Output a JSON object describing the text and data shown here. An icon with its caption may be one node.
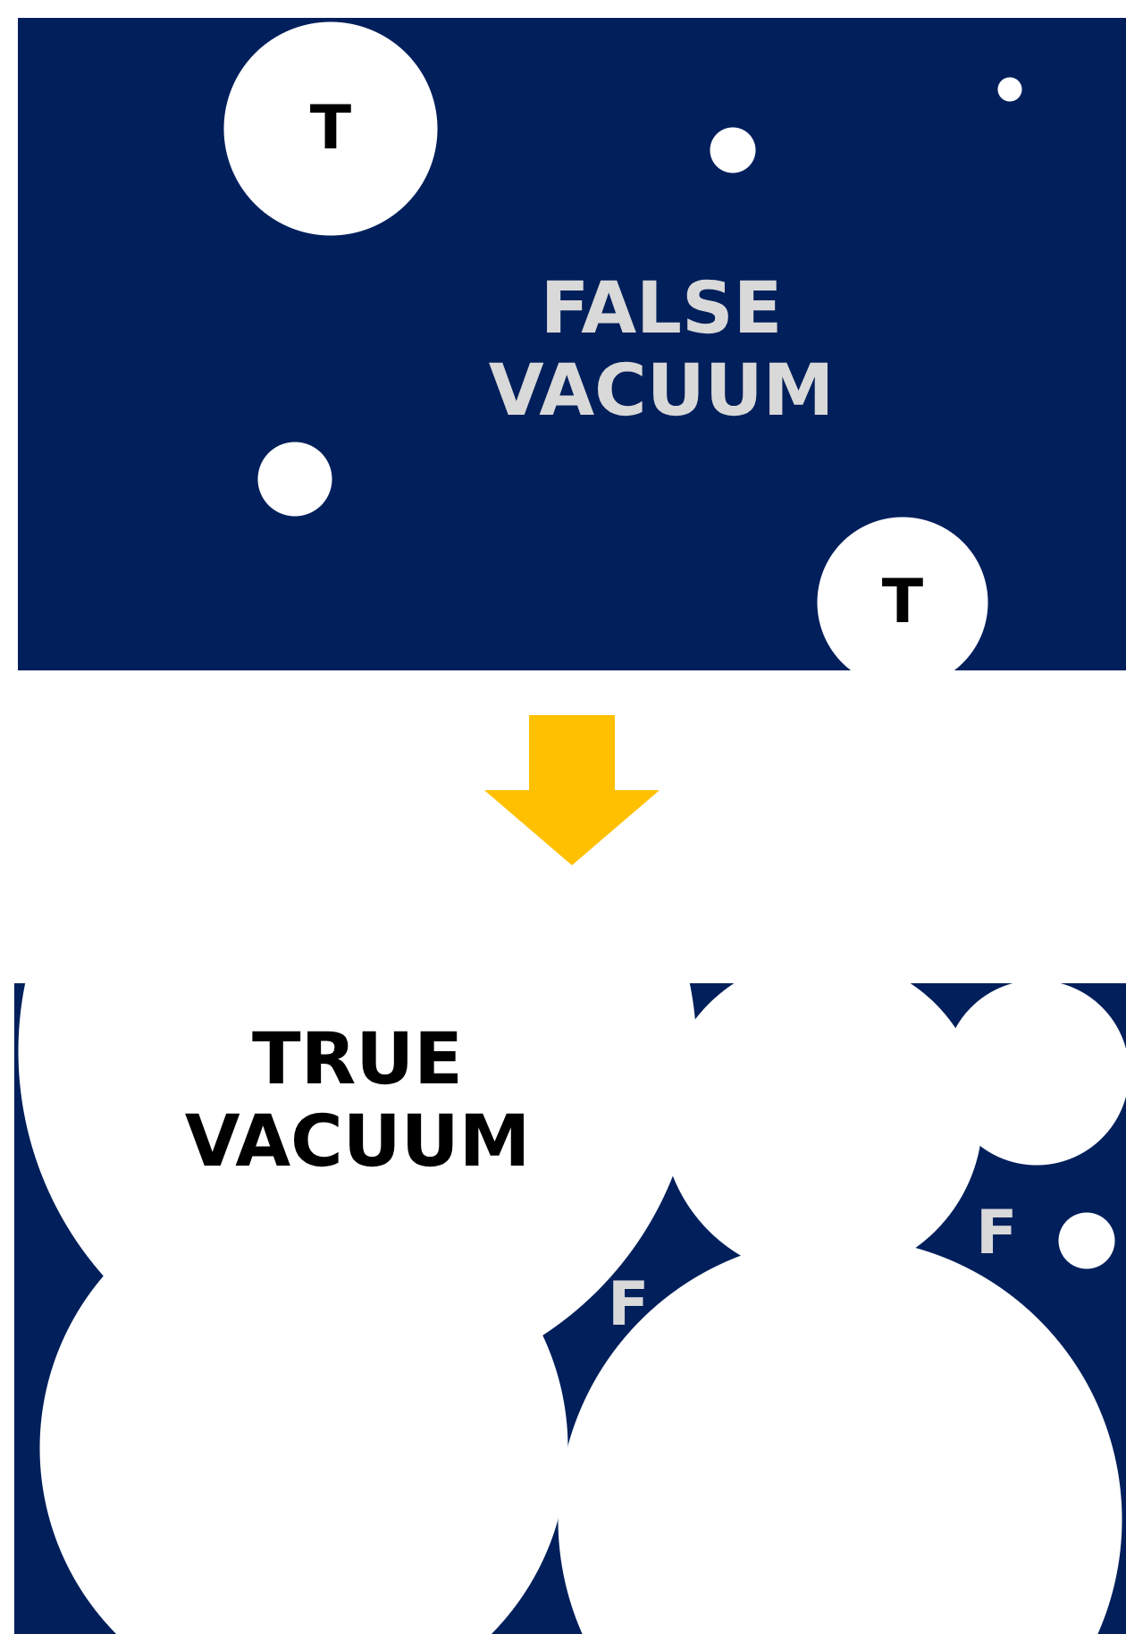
{
  "diagram": {
    "nodes": [
      {
        "text": [
          "FALSE VACUUM"
        ]
      },
      {
        "text": [
          "T"
        ],
        "in": 0
      },
      {
        "text": [],
        "shape": "circle",
        "in": 0
      },
      {
        "text": [],
        "shape": "circle",
        "in": 0
      },
      {
        "text": [],
        "shape": "circle",
        "in": 0
      },
      {
        "text": [
          "T"
        ],
        "in": 0
      },
      {
        "text": [],
        "shape": "box"
      },
      {
        "text": [
          "TRUE VACUUM"
        ],
        "in": 6
      },
      {
        "text": [],
        "shape": "circle",
        "in": 6
      },
      {
        "text": [],
        "shape": "circle",
        "in": 6
      },
      {
        "text": [],
        "shape": "circle",
        "in": 6
      },
      {
        "text": [],
        "shape": "circle",
        "in": 6
      },
      {
        "text": [],
        "shape": "circle",
        "in": 6
      }
    ],
    "edges": [
      {
        "from": 0,
        "to": 6,
        "arrow": "to"
      }
    ],
    "labels": [
      "F",
      "F"
    ]
  }
}
